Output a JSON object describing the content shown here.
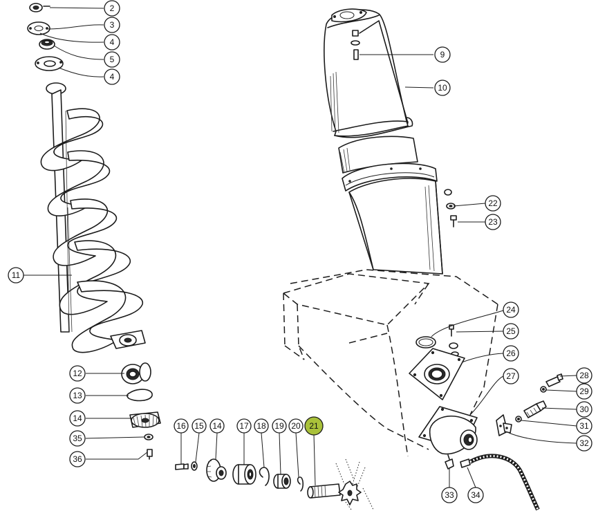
{
  "callouts": [
    {
      "id": "c2",
      "label": "2"
    },
    {
      "id": "c3",
      "label": "3"
    },
    {
      "id": "c4a",
      "label": "4"
    },
    {
      "id": "c5",
      "label": "5"
    },
    {
      "id": "c4b",
      "label": "4"
    },
    {
      "id": "c9",
      "label": "9"
    },
    {
      "id": "c10",
      "label": "10"
    },
    {
      "id": "c11",
      "label": "11"
    },
    {
      "id": "c12",
      "label": "12"
    },
    {
      "id": "c13",
      "label": "13"
    },
    {
      "id": "c14a",
      "label": "14"
    },
    {
      "id": "c35",
      "label": "35"
    },
    {
      "id": "c36",
      "label": "36"
    },
    {
      "id": "c16",
      "label": "16"
    },
    {
      "id": "c15",
      "label": "15"
    },
    {
      "id": "c14b",
      "label": "14"
    },
    {
      "id": "c17",
      "label": "17"
    },
    {
      "id": "c18",
      "label": "18"
    },
    {
      "id": "c19",
      "label": "19"
    },
    {
      "id": "c20",
      "label": "20"
    },
    {
      "id": "c21",
      "label": "21"
    },
    {
      "id": "c22",
      "label": "22"
    },
    {
      "id": "c23",
      "label": "23"
    },
    {
      "id": "c24",
      "label": "24"
    },
    {
      "id": "c25",
      "label": "25"
    },
    {
      "id": "c26",
      "label": "26"
    },
    {
      "id": "c27",
      "label": "27"
    },
    {
      "id": "c28",
      "label": "28"
    },
    {
      "id": "c29",
      "label": "29"
    },
    {
      "id": "c30",
      "label": "30"
    },
    {
      "id": "c31",
      "label": "31"
    },
    {
      "id": "c32",
      "label": "32"
    },
    {
      "id": "c33",
      "label": "33"
    },
    {
      "id": "c34",
      "label": "34"
    }
  ],
  "highlight_color": "#a9c13a"
}
